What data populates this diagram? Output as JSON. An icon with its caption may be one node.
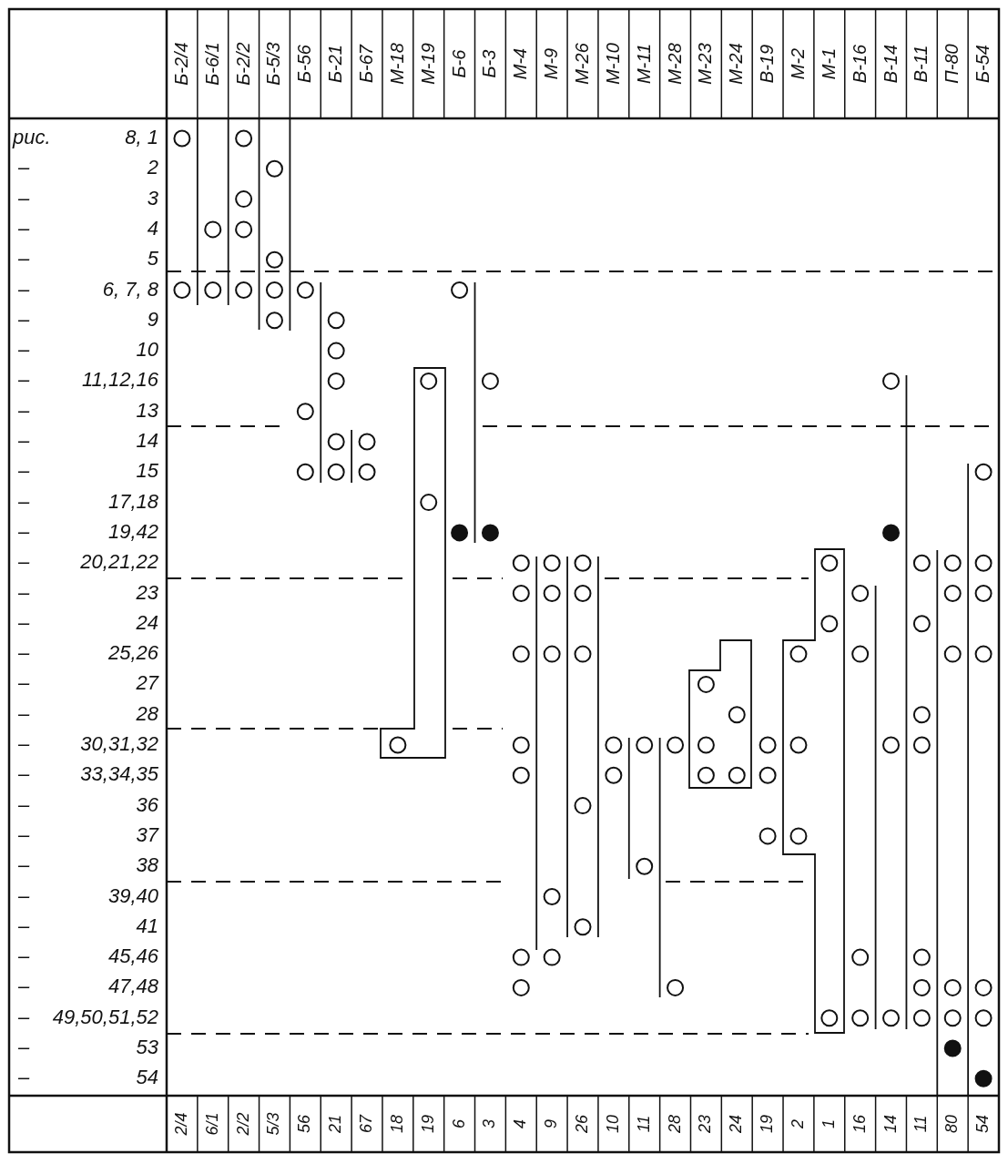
{
  "diagram": {
    "labels": [
      "Б-2/4",
      "Б-6/1",
      "Б-2/2",
      "Б-5/3",
      "Б-56",
      "Б-21",
      "Б-67",
      "М-18",
      "М-19",
      "Б-6",
      "Б-3",
      "М-4",
      "М-9",
      "М-26",
      "М-10",
      "М-11",
      "М-28",
      "М-23",
      "М-24",
      "В-19",
      "М-2",
      "М-1",
      "В-16",
      "В-14",
      "В-11",
      "П-80",
      "Б-54",
      "рис.",
      "8, 1",
      "–",
      "2",
      "–",
      "3",
      "–",
      "4",
      "–",
      "5",
      "–",
      "6, 7, 8",
      "–",
      "9",
      "–",
      "10",
      "–",
      "11,12,16",
      "–",
      "13",
      "–",
      "14",
      "–",
      "15",
      "–",
      "17,18",
      "–",
      "19,42",
      "–",
      "20,21,22",
      "–",
      "23",
      "–",
      "24",
      "–",
      "25,26",
      "–",
      "27",
      "–",
      "28",
      "–",
      "30,31,32",
      "–",
      "33,34,35",
      "–",
      "36",
      "–",
      "37",
      "–",
      "38",
      "–",
      "39,40",
      "–",
      "41",
      "–",
      "45,46",
      "–",
      "47,48",
      "–",
      "49,50,51,52",
      "–",
      "53",
      "–",
      "54",
      "2/4",
      "6/1",
      "2/2",
      "5/3",
      "56",
      "21",
      "67",
      "18",
      "19",
      "6",
      "3",
      "4",
      "9",
      "26",
      "10",
      "11",
      "28",
      "23",
      "24",
      "19",
      "2",
      "1",
      "16",
      "14",
      "11",
      "80",
      "54"
    ]
  }
}
